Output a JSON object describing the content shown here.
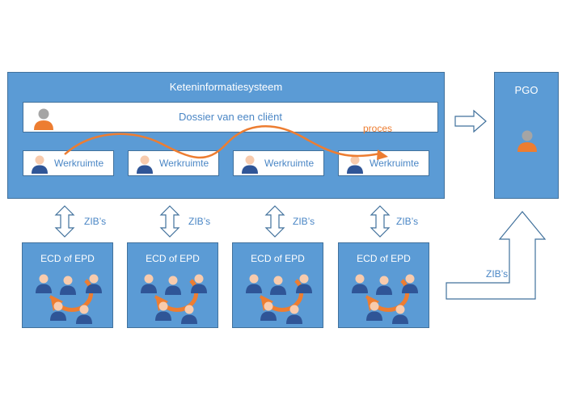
{
  "keten": {
    "title": "Keteninformatiesysteem"
  },
  "dossier": {
    "label": "Dossier van een cliënt"
  },
  "proces": {
    "label": "proces"
  },
  "werkruimtes": [
    {
      "label": "Werkruimte"
    },
    {
      "label": "Werkruimte"
    },
    {
      "label": "Werkruimte"
    },
    {
      "label": "Werkruimte"
    }
  ],
  "zib": {
    "label": "ZIB’s"
  },
  "ecds": [
    {
      "title": "ECD of EPD"
    },
    {
      "title": "ECD of EPD"
    },
    {
      "title": "ECD of EPD"
    },
    {
      "title": "ECD of EPD"
    }
  ],
  "pgo": {
    "title": "PGO"
  },
  "colors": {
    "box_fill": "#5b9bd5",
    "box_border": "#41719c",
    "accent_orange": "#ed7d31",
    "text_blue": "#4a86c5",
    "person_navy": "#2f5597",
    "person_skin": "#f8cbad",
    "person_gray": "#a5a5a5"
  },
  "icons": {
    "person": "person-icon",
    "client": "client-person-icon",
    "arrow_right": "hollow-arrow-right-icon",
    "arrow_updown": "double-arrow-vertical-icon",
    "arrow_elbow": "elbow-arrow-up-icon",
    "cycle": "circular-arrow-icon"
  }
}
